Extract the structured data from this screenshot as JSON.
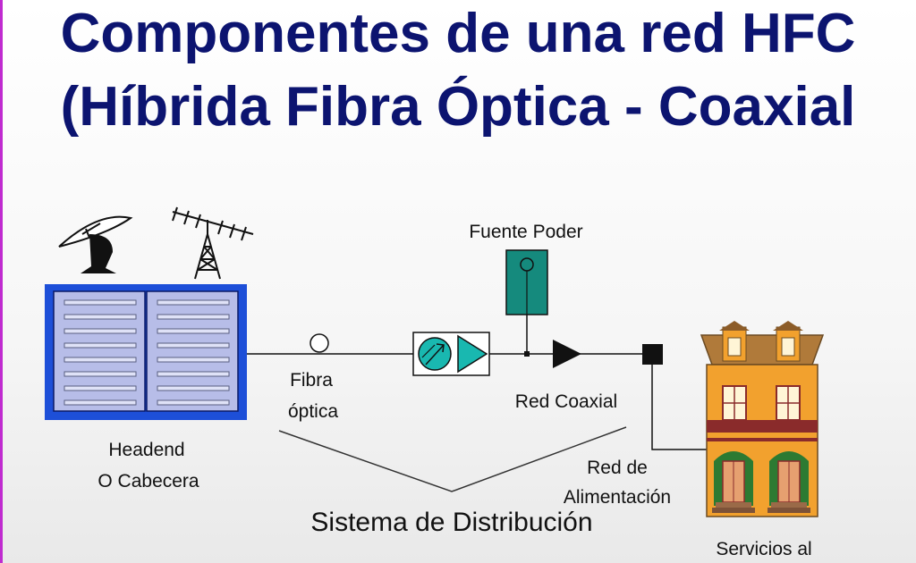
{
  "title": {
    "line1": "Componentes de una red HFC",
    "line2": "(Híbrida Fibra Óptica  - Coaxial"
  },
  "labels": {
    "power_source": "Fuente  Poder",
    "fiber_line1": "Fibra",
    "fiber_line2": "óptica",
    "coax_network": "Red Coaxial",
    "headend_line1": "Headend",
    "headend_line2": "O Cabecera",
    "feeder_line1": "Red de",
    "feeder_line2": "Alimentación",
    "distribution_system": "Sistema de Distribución",
    "services_line1": "Servicios al"
  },
  "colors": {
    "title": "#0c1470",
    "headend_frame": "#1d4fd8",
    "headend_panel": "#b7bde8",
    "node": "#19b8b0",
    "power_box": "#158a7d",
    "house_wall": "#f2a12e",
    "house_roof": "#b07a3a",
    "house_trim": "#8a2b2b",
    "house_door": "#2c7a32"
  },
  "icons": [
    "satellite-dish-icon",
    "tv-antenna-icon",
    "fiber-node-icon",
    "amplifier-icon",
    "tap-icon",
    "house-icon"
  ]
}
